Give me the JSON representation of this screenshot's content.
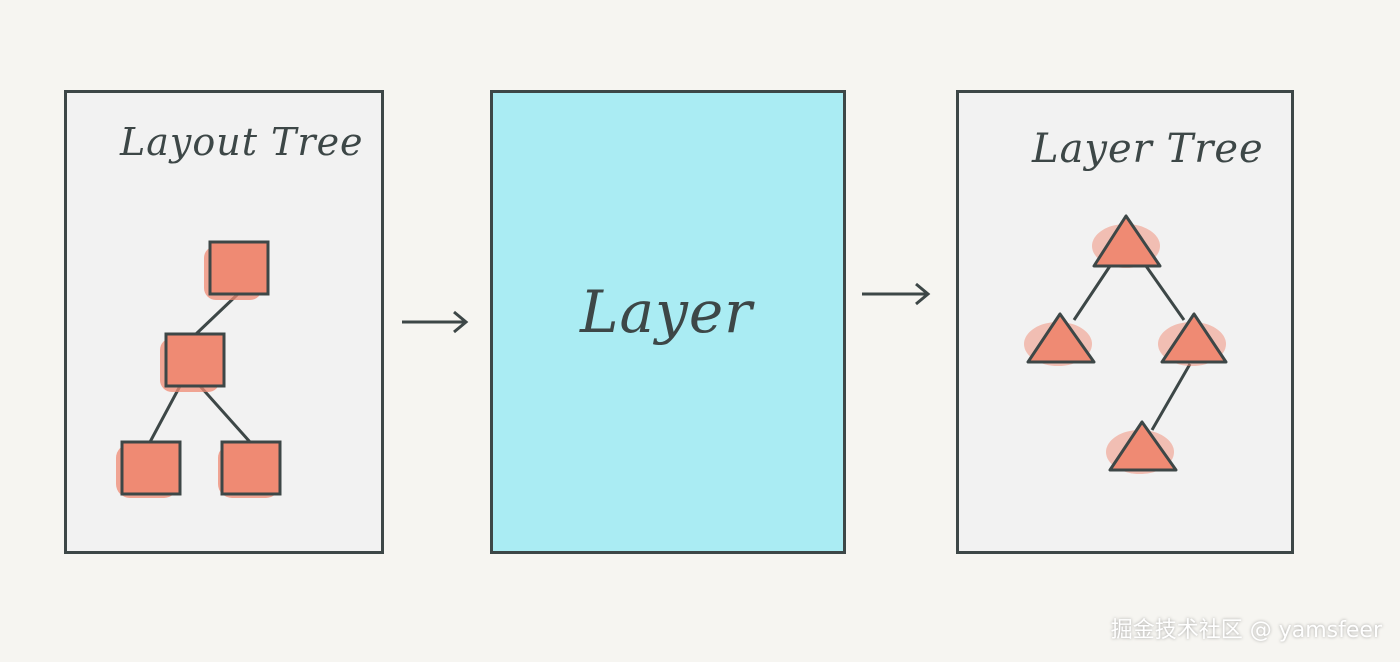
{
  "diagram": {
    "layout_tree_title": "Layout Tree",
    "layer_title": "Layer",
    "layer_tree_title": "Layer Tree"
  },
  "colors": {
    "background": "#f6f5f1",
    "panel": "#f2f2f2",
    "layer_panel": "#aaecf3",
    "node_fill": "#ef8a73",
    "stroke": "#3d4747"
  },
  "watermark": {
    "text": "掘金技术社区 @ yamsfeer"
  }
}
